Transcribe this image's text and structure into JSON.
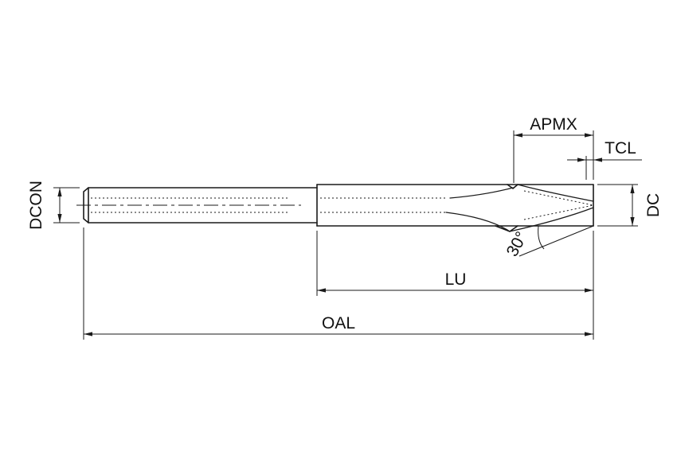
{
  "drawing": {
    "labels": {
      "apmx": "APMX",
      "tcl": "TCL",
      "dcon": "DCON",
      "dc": "DC",
      "lu": "LU",
      "oal": "OAL",
      "point_angle": "30°"
    },
    "colors": {
      "line": "#1a1a1a",
      "text": "#111111",
      "background": "#ffffff"
    }
  }
}
